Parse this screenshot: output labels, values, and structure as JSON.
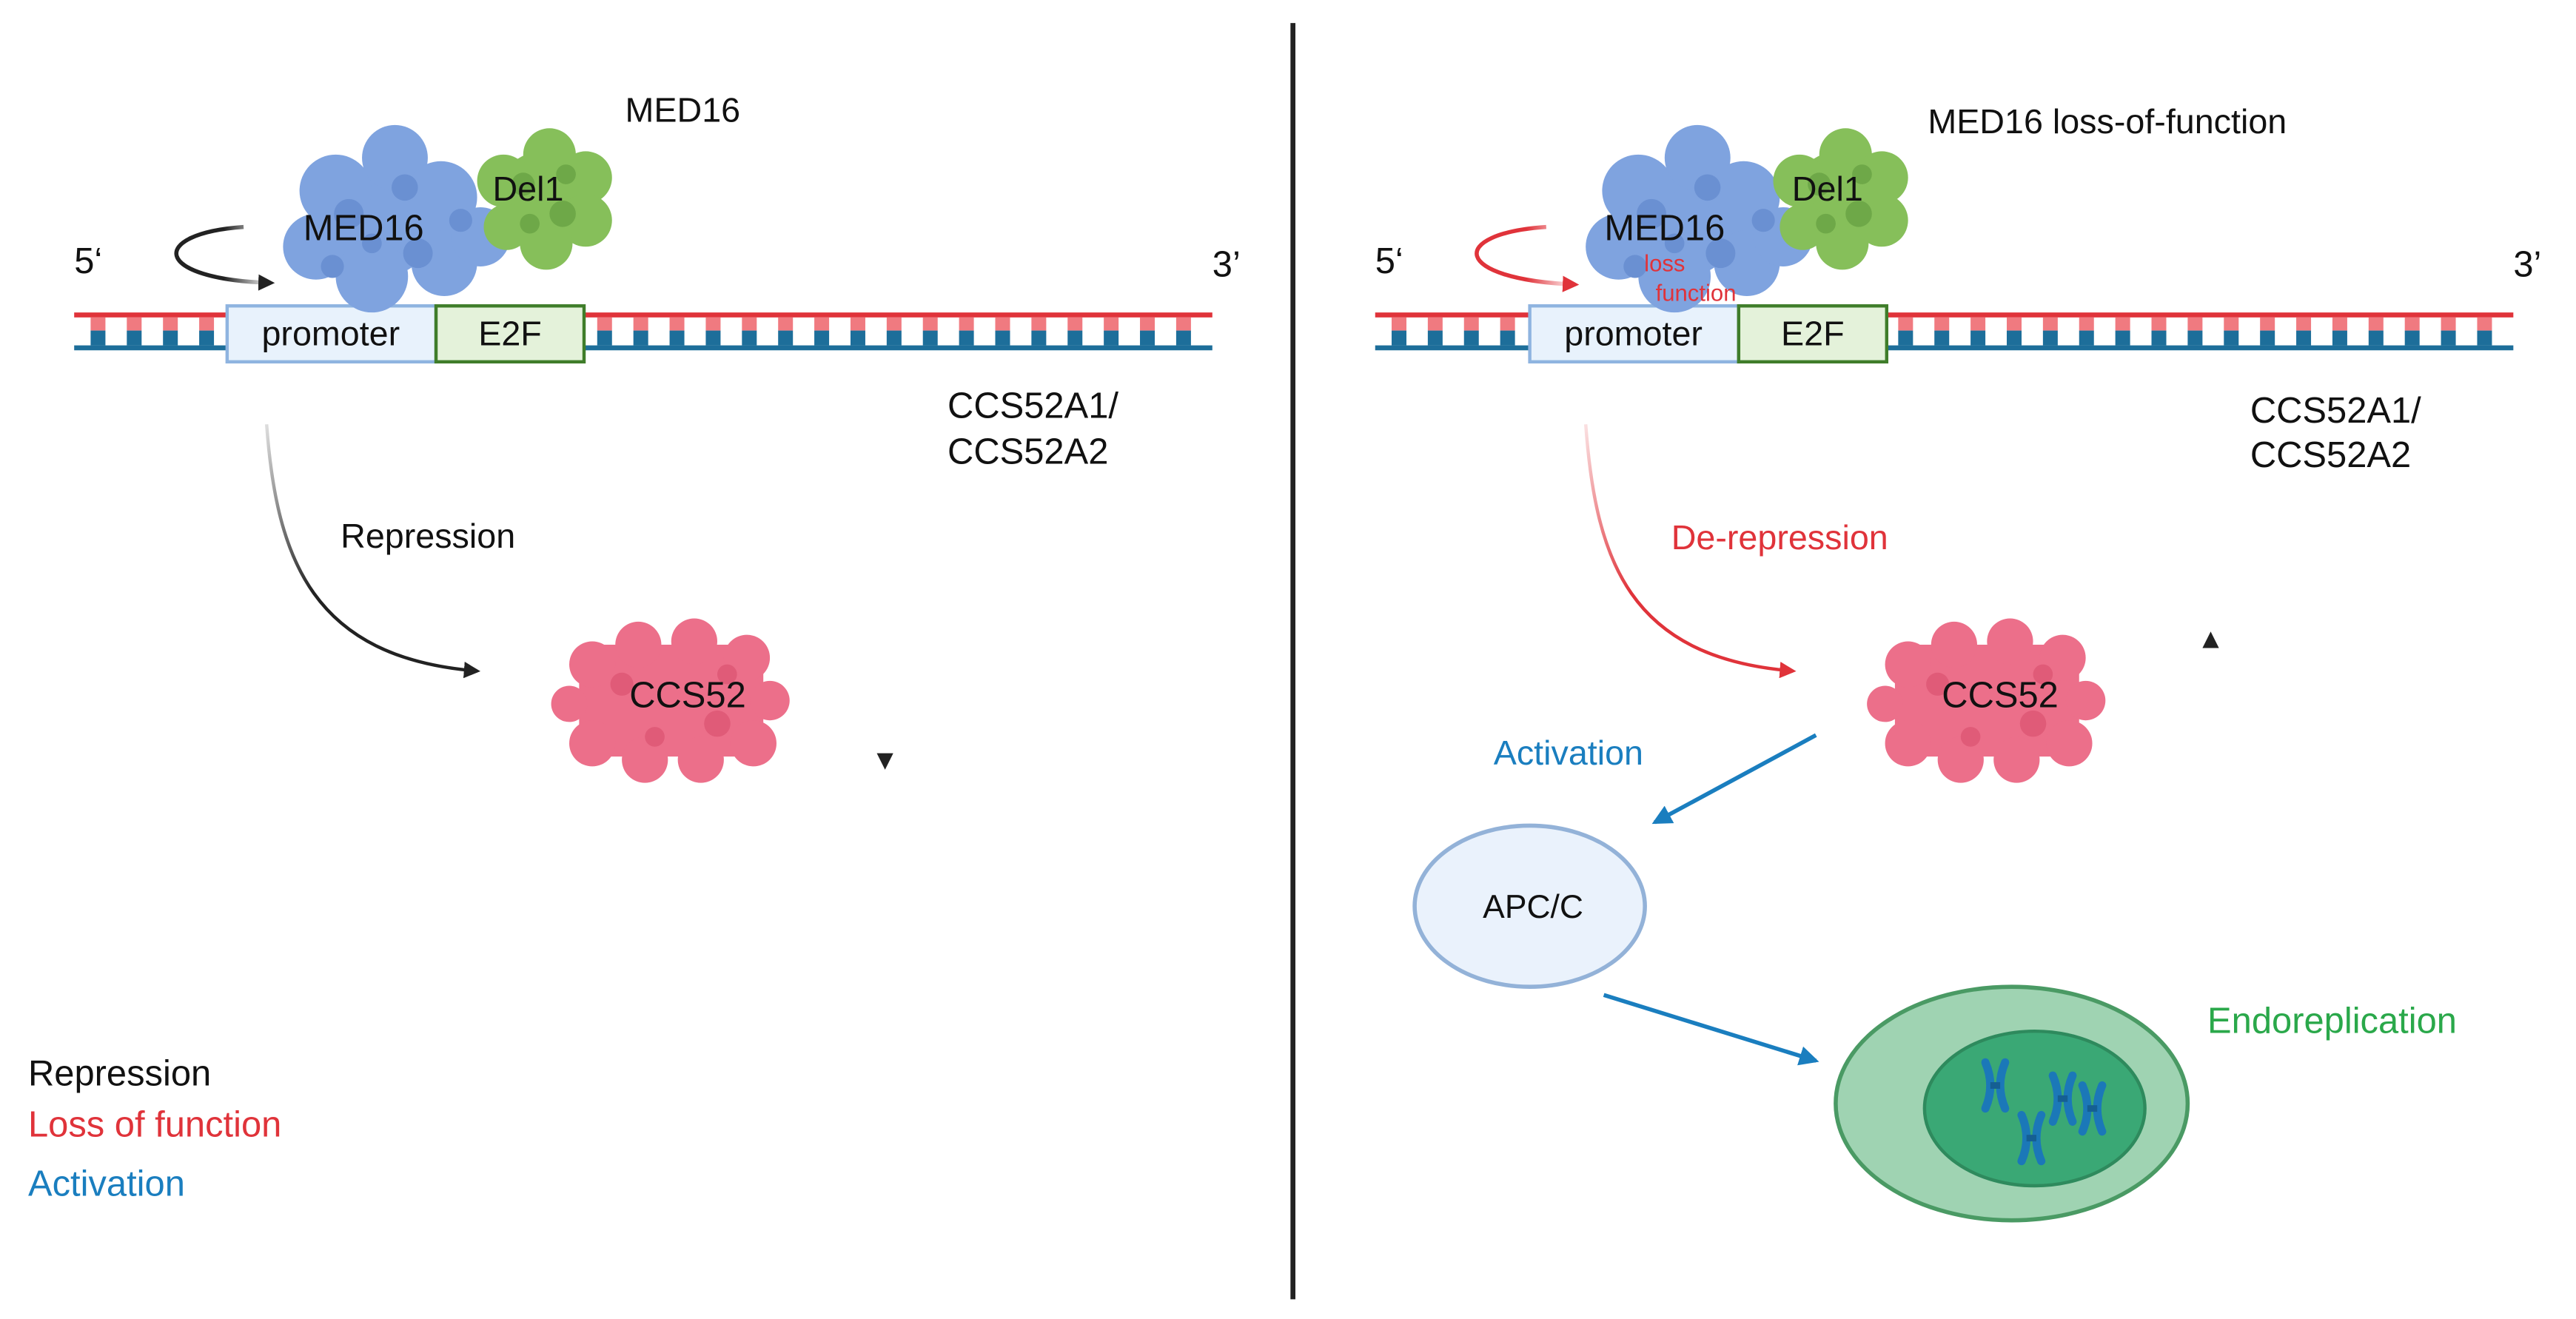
{
  "colors": {
    "dna_red": "#e0333a",
    "dna_blue": "#1d6e9a",
    "dna_pink": "#f07a80",
    "med16": "#7fa3df",
    "med16_dark": "#5b83c9",
    "del1": "#86bf5a",
    "del1_dark": "#5f9a3a",
    "ccs52": "#ec6f8a",
    "ccs52_dark": "#c9506c",
    "promoter_fill": "#e8f2fc",
    "promoter_stroke": "#8fb4e0",
    "e2f_fill": "#e4f2da",
    "e2f_stroke": "#3f7d2a",
    "repression": "#222222",
    "loss": "#e0333a",
    "activation": "#1a7ebf",
    "endo": "#2aa84a",
    "cell_outer": "#9fd3b2",
    "cell_stroke": "#4a9a64",
    "nucleus": "#3aa875",
    "chromosome": "#1b78b8",
    "apc_fill": "#eaf2fc",
    "apc_stroke": "#93b2d8"
  },
  "left": {
    "title": "MED16",
    "end5": "5‘",
    "end3": "3’",
    "med16_label": "MED16",
    "del1_label": "Del1",
    "promoter_label": "promoter",
    "e2f_label": "E2F",
    "gene_line1": "CCS52A1/",
    "gene_line2": "CCS52A2",
    "effect_label": "Repression",
    "ccs52_label": "CCS52",
    "level_direction": "down"
  },
  "right": {
    "title": "MED16  loss-of-function",
    "end5": "5‘",
    "end3": "3’",
    "med16_label": "MED16",
    "loss_line1": "loss",
    "loss_line2": "function",
    "del1_label": "Del1",
    "promoter_label": "promoter",
    "e2f_label": "E2F",
    "gene_line1": "CCS52A1/",
    "gene_line2": "CCS52A2",
    "effect_label": "De-repression",
    "ccs52_label": "CCS52",
    "level_direction": "up",
    "activation_label": "Activation",
    "apc_label": "APC/C",
    "endo_label": "Endoreplication"
  },
  "legend": {
    "repression": "Repression",
    "loss": "Loss of function",
    "activation": "Activation"
  }
}
